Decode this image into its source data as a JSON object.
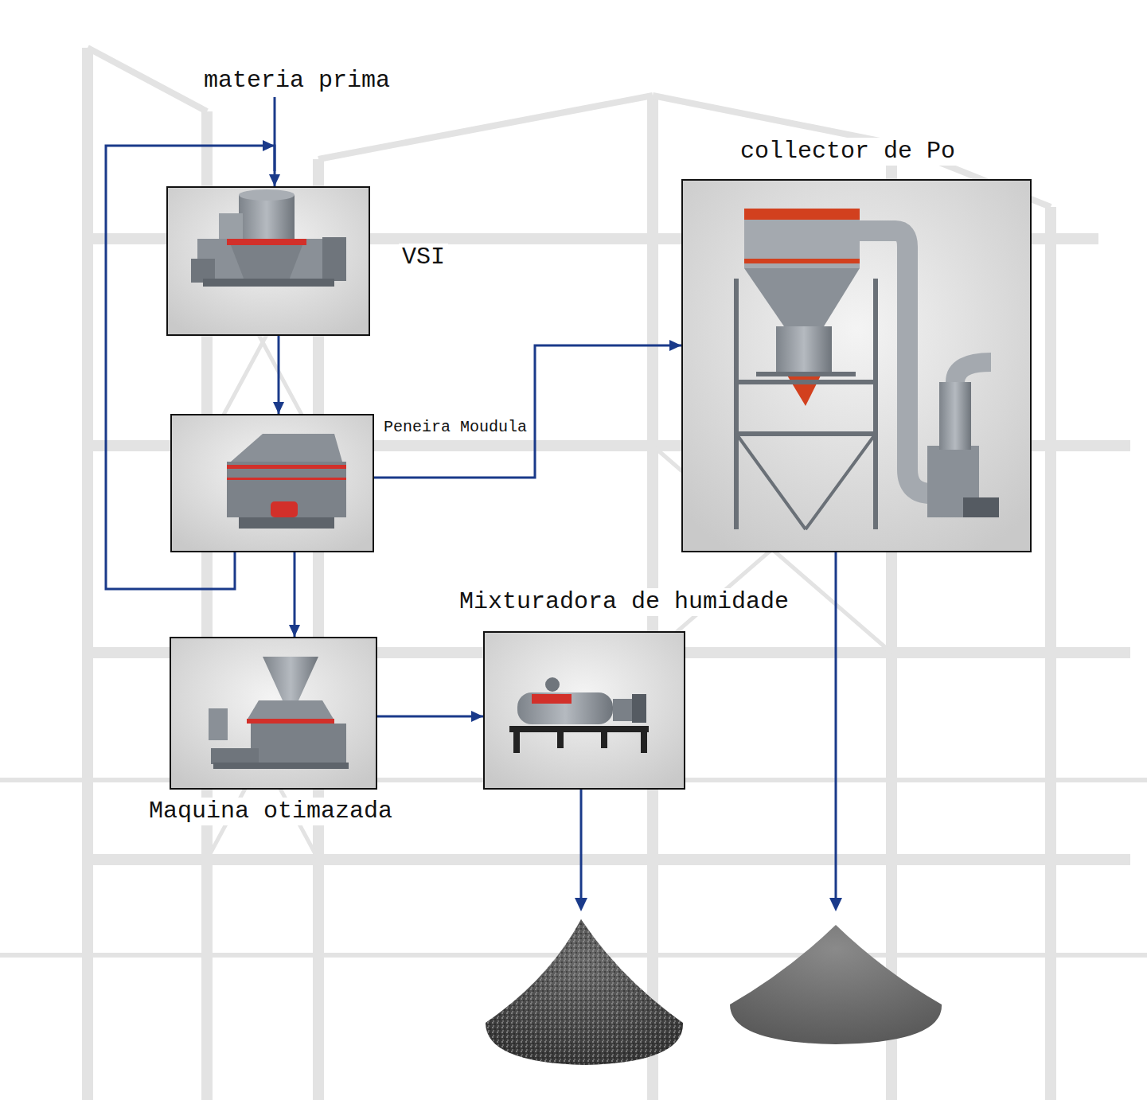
{
  "diagram": {
    "nodes": [
      {
        "text": [
          "VSI"
        ]
      },
      {
        "text": [
          "Peneira Moudula"
        ]
      },
      {
        "text": [
          "Maquina otimazada"
        ]
      },
      {
        "text": [
          "Mixturadora de humidade"
        ]
      },
      {
        "text": [
          "collector de Po"
        ]
      }
    ],
    "edges": [
      {
        "from": 0,
        "to": 1,
        "arrow": "to"
      },
      {
        "from": 1,
        "to": 0,
        "arrow": "to"
      },
      {
        "from": 1,
        "to": 4,
        "arrow": "to"
      },
      {
        "from": 1,
        "to": 2,
        "arrow": "to"
      },
      {
        "from": 2,
        "to": 3,
        "arrow": "to"
      }
    ],
    "labels": [
      "materia prima"
    ]
  }
}
